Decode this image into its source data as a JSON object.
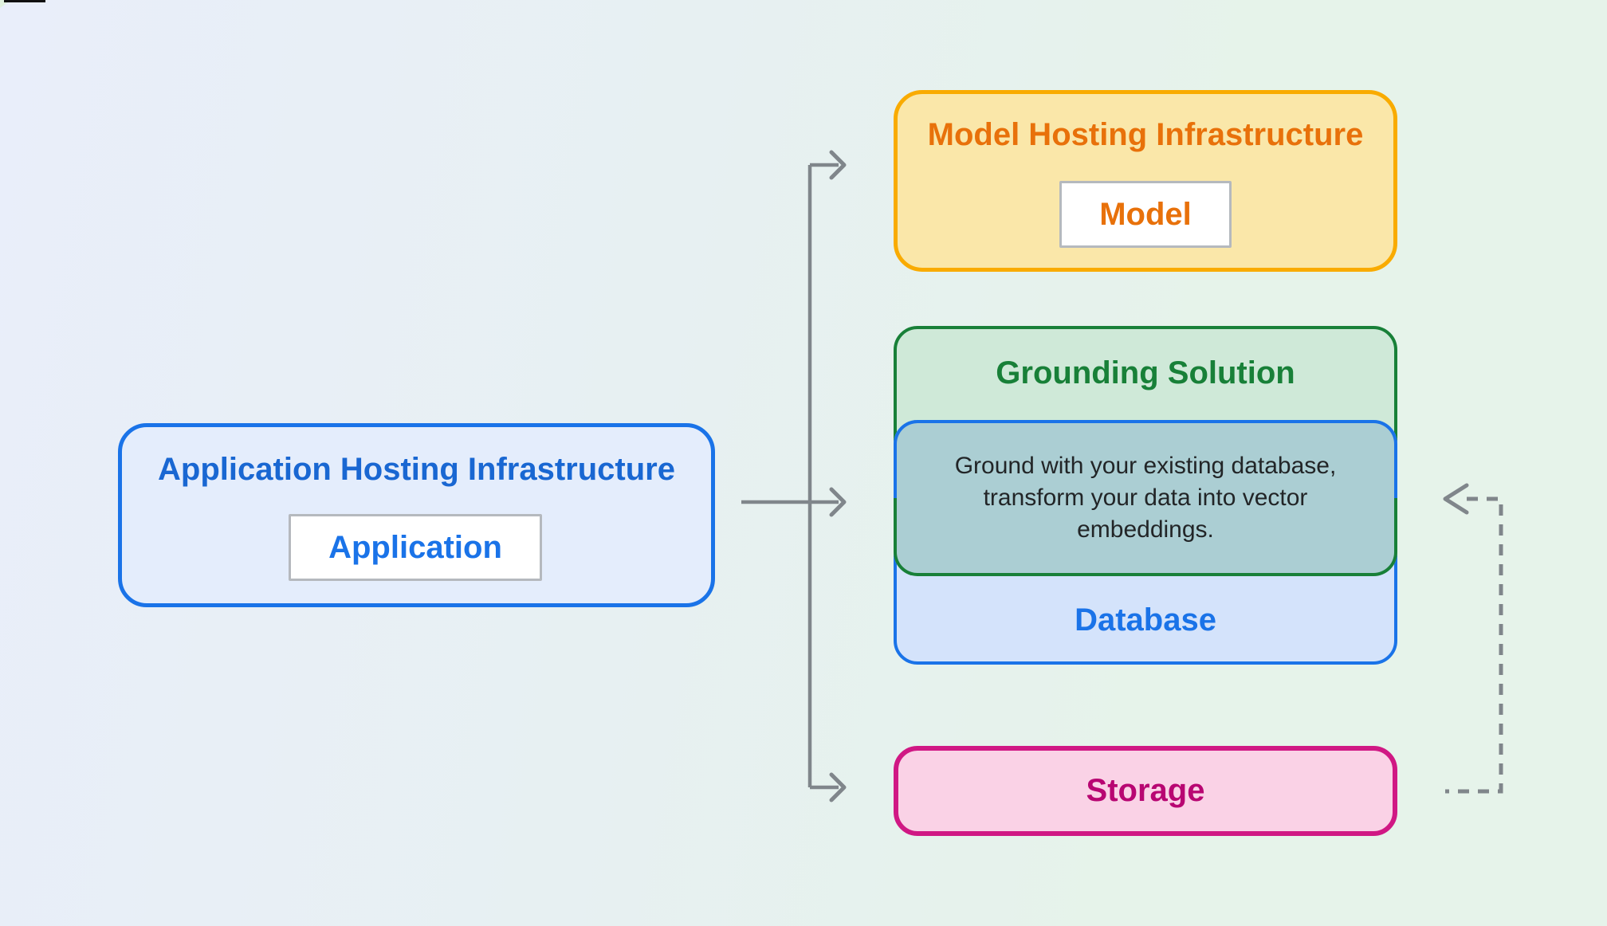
{
  "diagram": {
    "application": {
      "title": "Application Hosting Infrastructure",
      "chip": "Application"
    },
    "model": {
      "title": "Model Hosting Infrastructure",
      "chip": "Model"
    },
    "grounding": {
      "title": "Grounding Solution",
      "description": "Ground with your existing database, transform your data into vector embeddings."
    },
    "database": {
      "label": "Database"
    },
    "storage": {
      "label": "Storage"
    }
  },
  "colors": {
    "app-border": "#1A73E8",
    "app-bg": "#E4EDFC",
    "app-title": "#1967D2",
    "chip-border": "#B5B9BE",
    "chip-bg": "#FFFFFF",
    "model-border": "#F9AB00",
    "model-bg": "#FAE7A9",
    "model-text": "#E8710A",
    "green-border": "#188038",
    "green-bg": "#CFE9D8",
    "green-text": "#188038",
    "blue-border": "#1A73E8",
    "blue-bg": "#D4E3FB",
    "blue-text": "#1A73E8",
    "overlap-bg": "#ABCED3",
    "desc-text": "#222527",
    "pink-border": "#D01884",
    "pink-bg": "#FAD2E6",
    "pink-text": "#B80672",
    "arrow": "#80868B",
    "bg-left": "#E9EEFA",
    "bg-mid": "#E7F0F2",
    "bg-right": "#E6F3EA"
  }
}
